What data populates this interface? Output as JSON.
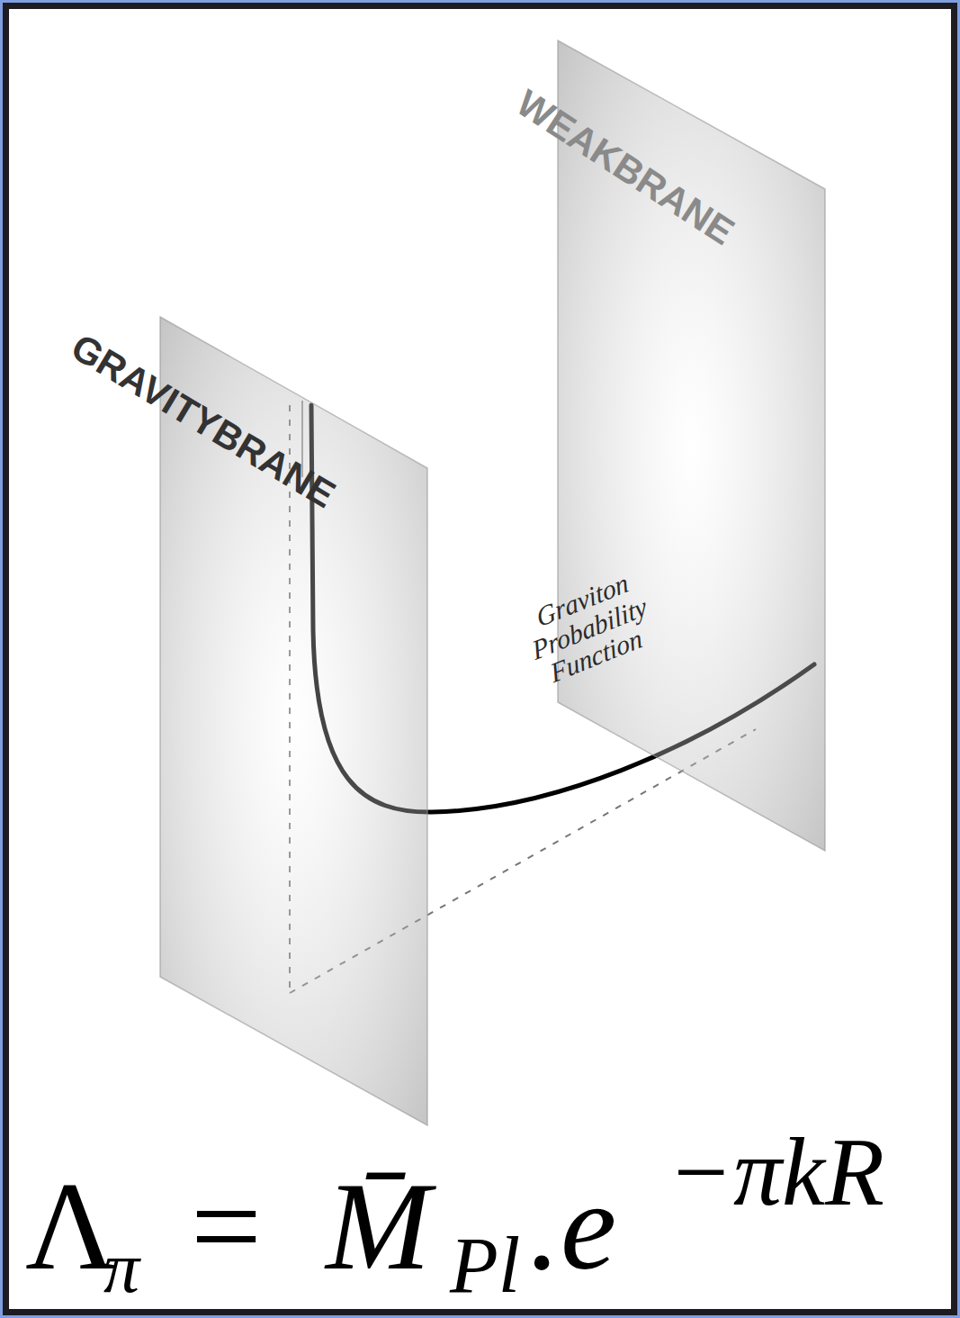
{
  "diagram": {
    "nodes": [
      {
        "text": [
          "GRAVITYBRANE"
        ]
      },
      {
        "text": [
          "WEAKBRANE"
        ]
      }
    ],
    "labels": [
      "Graviton Probability Function",
      "Λ",
      "π",
      "=",
      "M̄",
      "Pl",
      ".e",
      "−πkR"
    ]
  }
}
